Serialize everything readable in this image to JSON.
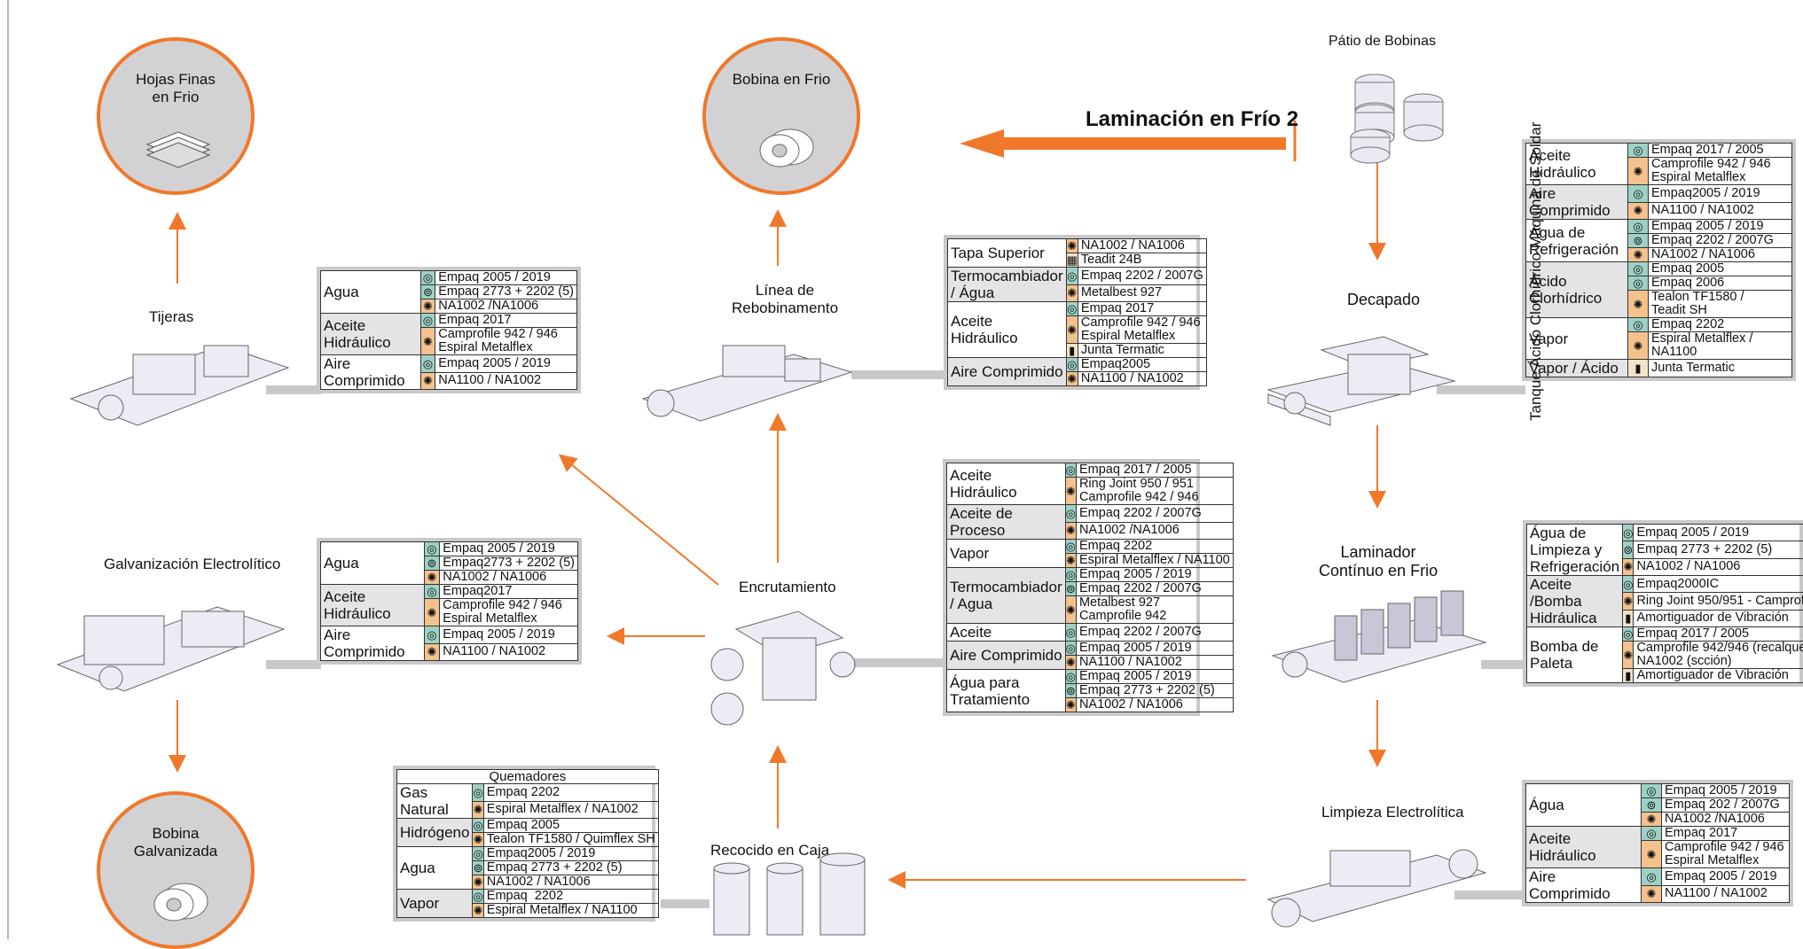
{
  "title": "Laminación en Frío 2",
  "nodes": {
    "patio": "Pátio de Bobinas",
    "decapado": "Decapado",
    "laminador": "Laminador\nContínuo en Frio",
    "limpieza": "Limpieza Electrolítica",
    "recocido": "Recocido en Caja",
    "encrutamiento": "Encrutamiento",
    "rebobinamiento": "Línea de\nRebobinamento",
    "bobina_frio": "Bobina en Frio",
    "tijeras": "Tijeras",
    "hojas": "Hojas Finas\nen Frio",
    "galvanizacion": "Galvanización Electrolítico",
    "bobina_galv": "Bobina\nGalvanizada"
  },
  "tables": {
    "decapado": {
      "vertical_label": "Tanque Ácido Clorhídrico Máquina de Soldar",
      "groups": [
        {
          "name": "Aceite Hidráulico",
          "rows": [
            {
              "icon": "gasket-icon",
              "t": "t",
              "text": "Empaq 2017 / 2005"
            },
            {
              "icon": "spiral-icon",
              "t": "o",
              "text": "Camprofile 942 / 946\nEspiral Metalflex"
            }
          ]
        },
        {
          "name": "Aire Comprimido",
          "rows": [
            {
              "icon": "gasket-icon",
              "t": "t",
              "text": "Empaq2005 / 2019"
            },
            {
              "icon": "spiral-icon",
              "t": "o",
              "text": "NA1100 / NA1002"
            }
          ]
        },
        {
          "name": "Água de Refrigeración",
          "rows": [
            {
              "icon": "gasket-icon",
              "t": "t",
              "text": "Empaq 2005 / 2019"
            },
            {
              "icon": "ring-icon",
              "t": "t",
              "text": "Empaq 2202 / 2007G"
            },
            {
              "icon": "sheet-icon",
              "t": "o",
              "text": "NA1002 / NA1006"
            }
          ]
        },
        {
          "name": "Ácido Clorhídrico",
          "rows": [
            {
              "icon": "gasket-icon",
              "t": "t",
              "text": "Empaq 2005"
            },
            {
              "icon": "gasket-icon",
              "t": "t",
              "text": "Empaq 2006"
            },
            {
              "icon": "spiral-icon",
              "t": "o",
              "text": "Tealon TF1580 /\nTeadit SH"
            }
          ]
        },
        {
          "name": "Vapor",
          "rows": [
            {
              "icon": "gasket-icon",
              "t": "t",
              "text": "Empaq 2202"
            },
            {
              "icon": "spiral-icon",
              "t": "o",
              "text": "Espiral Metalflex /\nNA1100"
            }
          ]
        },
        {
          "name": "Vapor / Ácido",
          "rows": [
            {
              "icon": "joint-icon",
              "t": "w",
              "text": "Junta Termatic"
            }
          ]
        }
      ]
    },
    "laminador": {
      "groups": [
        {
          "name": "Água de Limpieza y Refrigeración",
          "rows": [
            {
              "icon": "gasket-icon",
              "t": "t",
              "text": "Empaq 2005 / 2019"
            },
            {
              "icon": "ring-icon",
              "t": "t",
              "text": "Empaq 2773 + 2202 (5)"
            },
            {
              "icon": "sheet-icon",
              "t": "o",
              "text": "NA1002 / NA1006"
            }
          ]
        },
        {
          "name": "Aceite /Bomba Hidráulica",
          "rows": [
            {
              "icon": "gasket-icon",
              "t": "t",
              "text": "Empaq2000IC"
            },
            {
              "icon": "spiral-icon",
              "t": "o",
              "text": "Ring Joint 950/951 - Camprofile 9"
            },
            {
              "icon": "joint-icon",
              "t": "w",
              "text": "Amortiguador de Vibración"
            }
          ]
        },
        {
          "name": "Bomba de Paleta",
          "rows": [
            {
              "icon": "gasket-icon",
              "t": "t",
              "text": "Empaq 2017 / 2005"
            },
            {
              "icon": "spiral-icon",
              "t": "o",
              "text": "Camprofile 942/946 (recalque\nNA1002 (scción)"
            },
            {
              "icon": "joint-icon",
              "t": "w",
              "text": "Amortiguador de Vibración"
            }
          ]
        }
      ]
    },
    "limpieza": {
      "groups": [
        {
          "name": "Água",
          "rows": [
            {
              "icon": "gasket-icon",
              "t": "t",
              "text": "Empaq 2005 / 2019"
            },
            {
              "icon": "ring-icon",
              "t": "t",
              "text": "Empaq 202 / 2007G"
            },
            {
              "icon": "sheet-icon",
              "t": "o",
              "text": "NA1002 /NA1006"
            }
          ]
        },
        {
          "name": "Aceite Hidráulico",
          "rows": [
            {
              "icon": "gasket-icon",
              "t": "t",
              "text": "Empaq 2017"
            },
            {
              "icon": "spiral-icon",
              "t": "o",
              "text": "Camprofile 942 / 946\nEspiral Metalflex"
            }
          ]
        },
        {
          "name": "Aire Comprimido",
          "rows": [
            {
              "icon": "gasket-icon",
              "t": "t",
              "text": "Empaq 2005 / 2019"
            },
            {
              "icon": "spiral-icon",
              "t": "o",
              "text": "NA1100 / NA1002"
            }
          ]
        }
      ]
    },
    "rebobinamiento": {
      "groups": [
        {
          "name": "Tapa Superior",
          "rows": [
            {
              "icon": "sheet-icon",
              "t": "o",
              "text": "NA1002 / NA1006"
            },
            {
              "icon": "grid-icon",
              "t": "w",
              "text": "Teadit 24B"
            }
          ]
        },
        {
          "name": "Termocambiador / Água",
          "rows": [
            {
              "icon": "gasket-icon",
              "t": "t",
              "text": "Empaq 2202 / 2007G"
            },
            {
              "icon": "sheet-icon",
              "t": "o",
              "text": "Metalbest 927"
            }
          ]
        },
        {
          "name": "Aceite Hidráulico",
          "rows": [
            {
              "icon": "gasket-icon",
              "t": "t",
              "text": "Empaq 2017"
            },
            {
              "icon": "spiral-icon",
              "t": "o",
              "text": "Camprofile 942 / 946\nEspiral Metalflex"
            },
            {
              "icon": "joint-icon",
              "t": "w",
              "text": "Junta Termatic"
            }
          ]
        },
        {
          "name": "Aire Comprimido",
          "rows": [
            {
              "icon": "gasket-icon",
              "t": "t",
              "text": "Empaq2005"
            },
            {
              "icon": "sheet-icon",
              "t": "o",
              "text": "NA1100 / NA1002"
            }
          ]
        }
      ]
    },
    "encrutamiento": {
      "groups": [
        {
          "name": "Aceite Hidráulico",
          "rows": [
            {
              "icon": "gasket-icon",
              "t": "t",
              "text": "Empaq 2017 / 2005"
            },
            {
              "icon": "sheet-icon",
              "t": "o",
              "text": "Ring Joint 950 / 951\nCamprofile 942 / 946"
            }
          ]
        },
        {
          "name": "Aceite de Proceso",
          "rows": [
            {
              "icon": "gasket-icon",
              "t": "t",
              "text": "Empaq 2202 / 2007G"
            },
            {
              "icon": "sheet-icon",
              "t": "o",
              "text": "NA1002 /NA1006"
            }
          ]
        },
        {
          "name": "Vapor",
          "rows": [
            {
              "icon": "gasket-icon",
              "t": "t",
              "text": "Empaq 2202"
            },
            {
              "icon": "spiral-icon",
              "t": "o",
              "text": "Espiral Metalflex / NA1100"
            }
          ]
        },
        {
          "name": "Termocambiador / Agua",
          "rows": [
            {
              "icon": "gasket-icon",
              "t": "t",
              "text": "Empaq 2005 / 2019"
            },
            {
              "icon": "ring-icon",
              "t": "t",
              "text": "Empaq 2202 / 2007G"
            },
            {
              "icon": "sheet-icon",
              "t": "o",
              "text": "Metalbest 927\nCamprofile 942"
            }
          ]
        },
        {
          "name": "Aceite",
          "rows": [
            {
              "icon": "gasket-icon",
              "t": "t",
              "text": "Empaq 2202 / 2007G"
            }
          ]
        },
        {
          "name": "Aire Comprimido",
          "rows": [
            {
              "icon": "gasket-icon",
              "t": "t",
              "text": "Empaq 2005 / 2019"
            },
            {
              "icon": "sheet-icon",
              "t": "o",
              "text": "NA1100 / NA1002"
            }
          ]
        },
        {
          "name": "Água para Tratamiento",
          "rows": [
            {
              "icon": "gasket-icon",
              "t": "t",
              "text": "Empaq 2005 / 2019"
            },
            {
              "icon": "ring-icon",
              "t": "t",
              "text": "Empaq 2773 + 2202 (5)"
            },
            {
              "icon": "sheet-icon",
              "t": "o",
              "text": "NA1002 / NA1006"
            }
          ]
        }
      ]
    },
    "recocido": {
      "header": "Quemadores",
      "groups": [
        {
          "name": "Gas Natural",
          "rows": [
            {
              "icon": "gasket-icon",
              "t": "t",
              "text": "Empaq 2202"
            },
            {
              "icon": "sheet-icon",
              "t": "o",
              "text": "Espiral Metalflex / NA1002"
            }
          ]
        },
        {
          "name": "Hidrógeno",
          "rows": [
            {
              "icon": "gasket-icon",
              "t": "t",
              "text": "Empaq 2005"
            },
            {
              "icon": "spiral-icon",
              "t": "o",
              "text": "Tealon TF1580 / Quimflex SH"
            }
          ]
        },
        {
          "name": "Agua",
          "rows": [
            {
              "icon": "gasket-icon",
              "t": "t",
              "text": "Empaq2005 / 2019"
            },
            {
              "icon": "ring-icon",
              "t": "t",
              "text": "Empaq 2773 + 2202 (5)"
            },
            {
              "icon": "sheet-icon",
              "t": "o",
              "text": "NA1002 / NA1006"
            }
          ]
        },
        {
          "name": "Vapor",
          "rows": [
            {
              "icon": "gasket-icon",
              "t": "t",
              "text": "Empaq  2202"
            },
            {
              "icon": "spiral-icon",
              "t": "o",
              "text": "Espiral Metalflex / NA1100"
            }
          ]
        }
      ]
    },
    "tijeras": {
      "groups": [
        {
          "name": "Agua",
          "rows": [
            {
              "icon": "gasket-icon",
              "t": "t",
              "text": "Empaq 2005 / 2019"
            },
            {
              "icon": "ring-icon",
              "t": "t",
              "text": "Empaq 2773 + 2202 (5)"
            },
            {
              "icon": "sheet-icon",
              "t": "o",
              "text": "NA1002 /NA1006"
            }
          ]
        },
        {
          "name": "Aceite Hidráulico",
          "rows": [
            {
              "icon": "gasket-icon",
              "t": "t",
              "text": "Empaq 2017"
            },
            {
              "icon": "spiral-icon",
              "t": "o",
              "text": "Camprofile 942 / 946\nEspiral Metalflex"
            }
          ]
        },
        {
          "name": "Aire Comprimido",
          "rows": [
            {
              "icon": "gasket-icon",
              "t": "t",
              "text": "Empaq 2005 / 2019"
            },
            {
              "icon": "spiral-icon",
              "t": "o",
              "text": "NA1100 / NA1002"
            }
          ]
        }
      ]
    },
    "galvanizacion": {
      "groups": [
        {
          "name": "Agua",
          "rows": [
            {
              "icon": "gasket-icon",
              "t": "t",
              "text": "Empaq 2005 / 2019"
            },
            {
              "icon": "ring-icon",
              "t": "t",
              "text": "Empaq2773 + 2202 (5)"
            },
            {
              "icon": "sheet-icon",
              "t": "o",
              "text": "NA1002 / NA1006"
            }
          ]
        },
        {
          "name": "Aceite Hidráulico",
          "rows": [
            {
              "icon": "gasket-icon",
              "t": "t",
              "text": "Empaq2017"
            },
            {
              "icon": "spiral-icon",
              "t": "o",
              "text": "Camprofile 942 / 946\nEspiral Metalflex"
            }
          ]
        },
        {
          "name": "Aire Comprimido",
          "rows": [
            {
              "icon": "gasket-icon",
              "t": "t",
              "text": "Empaq 2005 / 2019"
            },
            {
              "icon": "spiral-icon",
              "t": "o",
              "text": "NA1100 / NA1002"
            }
          ]
        }
      ]
    }
  },
  "colors": {
    "accent": "#f0782a",
    "teal_icon": "#9ed1c6",
    "orange_icon": "#f5c28e",
    "circle": "#d2d2d4"
  }
}
